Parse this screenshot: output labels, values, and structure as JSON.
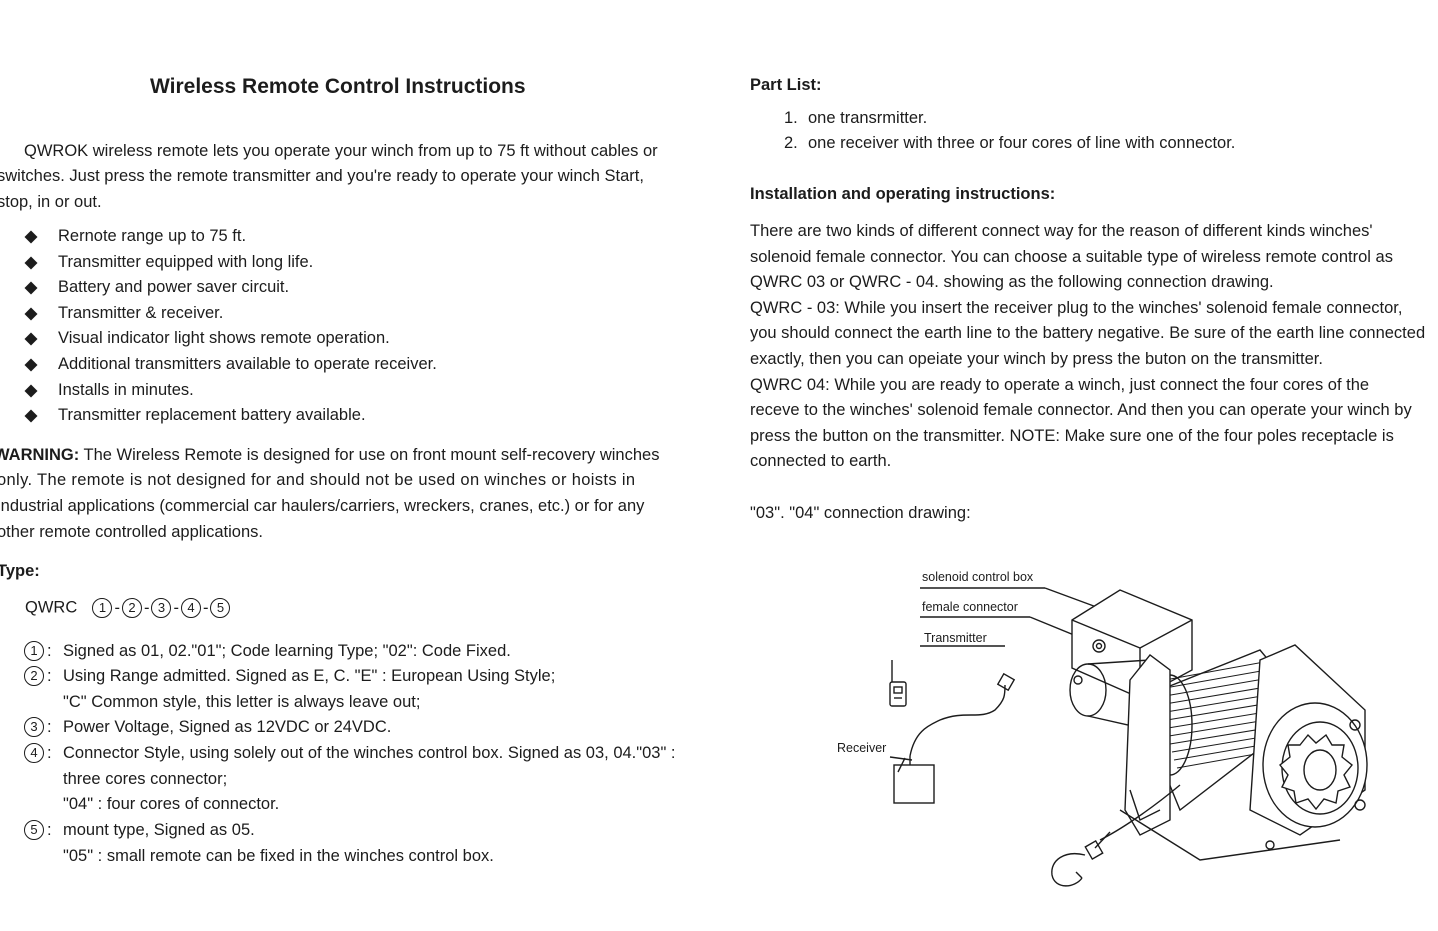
{
  "left": {
    "title": "Wireless Remote Control Instructions",
    "intro": [
      "QWROK wireless remote lets you operate your winch from up to 75 ft without cables or",
      "switches.  Just press the remote transmitter and you're ready to operate your winch Start,",
      "stop, in or out."
    ],
    "features": [
      "Rernote range up to 75 ft.",
      "Transmitter equipped with long life.",
      "Battery and power saver circuit.",
      "Transmitter & receiver.",
      "Visual indicator light shows remote operation.",
      "Additional transmitters available to operate receiver.",
      "Installs in minutes.",
      "Transmitter replacement battery available."
    ],
    "warning": {
      "label": "WARNING:",
      "lines": [
        " The Wireless Remote is designed for use on front mount self-recovery winches",
        "only. The remote is not designed for and should not be used on winches or hoists in",
        "industrial applications (commercial car haulers/carriers, wreckers, cranes, etc.) or for any",
        "other remote controlled applications."
      ]
    },
    "type_heading": "Type:",
    "type_code": {
      "prefix": "QWRC",
      "numbers": [
        "1",
        "2",
        "3",
        "4",
        "5"
      ],
      "separator": "-"
    },
    "type_items": [
      {
        "num": "1",
        "lines": [
          "Signed as 01, 02.\"01\"; Code learning Type; \"02\": Code Fixed."
        ]
      },
      {
        "num": "2",
        "lines": [
          "Using Range admitted. Signed as E, C. \"E\" : European Using Style;",
          "\"C\" Common style, this letter is always leave out;"
        ]
      },
      {
        "num": "3",
        "lines": [
          "Power Voltage, Signed as 12VDC or 24VDC."
        ]
      },
      {
        "num": "4",
        "lines": [
          "Connector Style, using solely out of the winches control box. Signed as 03, 04.\"03\" :",
          "three cores connector;",
          "\"04\" : four cores of connector."
        ]
      },
      {
        "num": "5",
        "lines": [
          "mount type, Signed as 05.",
          "\"05\" : small remote can be fixed in the winches control box."
        ]
      }
    ],
    "item_colon": ":"
  },
  "right": {
    "part_list_heading": "Part List:",
    "parts": [
      {
        "num": "1.",
        "text": "one transrmitter."
      },
      {
        "num": "2.",
        "text": "one receiver with three or four cores of line with connector."
      }
    ],
    "install_heading": "Installation and operating instructions:",
    "install_lines": [
      "There are two kinds of different connect way for the reason of different kinds winches'",
      "solenoid female connector. You can choose a suitable type of wireless remote control as",
      "QWRC 03 or QWRC - 04. showing as the following connection drawing.",
      "QWRC - 03: While you insert the receiver plug to the winches' solenoid female connector,",
      "you should connect the earth line to the battery negative. Be sure of the earth line connected",
      "exactly, then you can opeiate your winch by press the buton on the transmitter.",
      "QWRC 04: While you are ready to operate a winch, just connect the four cores of the",
      "receve to the winches' solenoid female connector. And then you can operate your winch by",
      "press the button on the transmitter. NOTE: Make sure one of the four poles receptacle is",
      "connected to earth."
    ],
    "drawing_caption": "\"03\". \"04\" connection drawing:",
    "diagram_labels": {
      "solenoid": "solenoid control box",
      "female": "female connector",
      "transmitter": "Transmitter",
      "receiver": "Receiver"
    }
  },
  "colors": {
    "text": "#1c1c1c",
    "background": "#ffffff"
  }
}
